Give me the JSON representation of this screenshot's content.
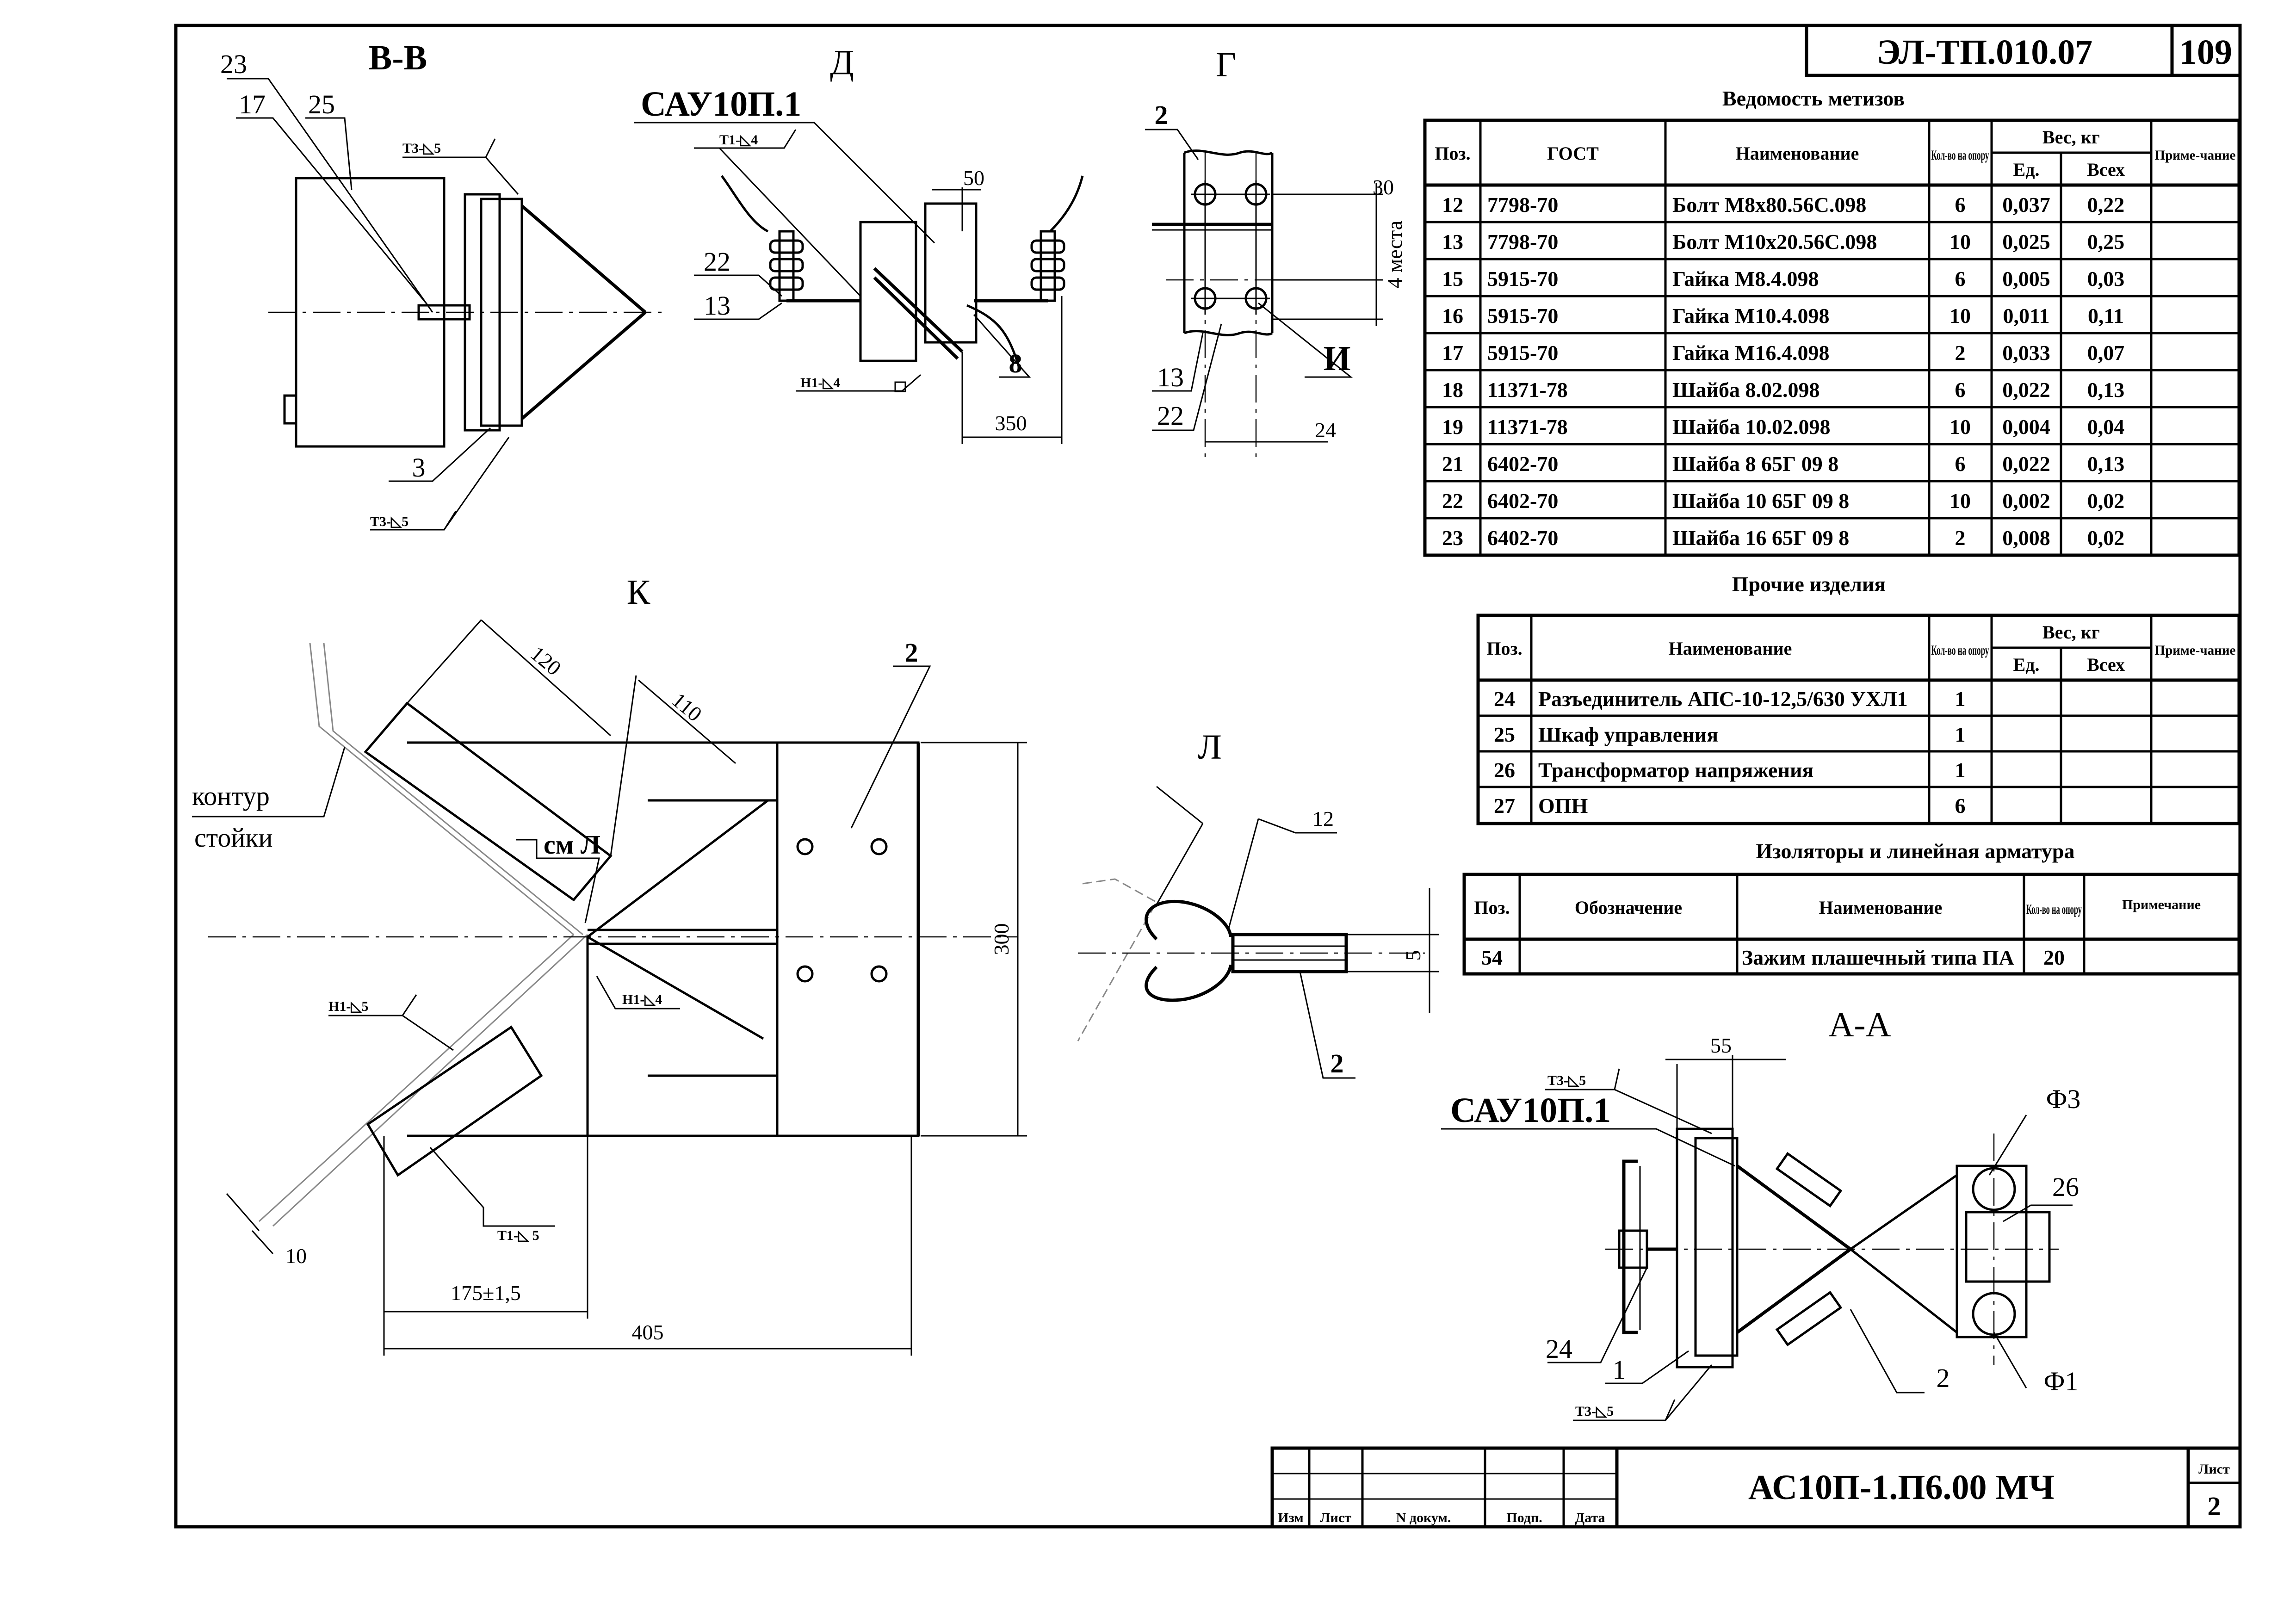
{
  "doc_code": "ЭЛ-ТП.010.07",
  "page_number": "109",
  "title_block": {
    "designation": "АС10П-1.П6.00 МЧ",
    "sheet_label": "Лист",
    "sheet_number": "2",
    "columns": [
      "Изм",
      "Лист",
      "N докум.",
      "Подп.",
      "Дата"
    ]
  },
  "views": {
    "bb": "В-В",
    "d": "Д",
    "g": "Г",
    "k": "К",
    "l": "Л",
    "aa": "А-А"
  },
  "labels": {
    "sau": "САУ10П.1",
    "sau2": "САУ10П.1",
    "contour_1": "контур",
    "contour_2": "стойки",
    "see_l": "см Л",
    "places": "4 места",
    "i": "И",
    "f3": "Ф3",
    "f1": "Ф1"
  },
  "welds": {
    "t3_5": "Т3-◺5",
    "t1_4": "Т1-◺4",
    "n1_4": "Н1-◺4",
    "n1_5": "Н1-◺5",
    "t1_5": "Т1-◺ 5"
  },
  "positions": {
    "p23": "23",
    "p17": "17",
    "p25": "25",
    "p3": "3",
    "p22": "22",
    "p13": "13",
    "p8": "8",
    "g2": "2",
    "g13": "13",
    "g22": "22",
    "k2": "2",
    "l2": "2",
    "a26": "26",
    "a24": "24",
    "a1": "1",
    "a2": "2"
  },
  "dims": {
    "d50": "50",
    "d350": "350",
    "d30": "30",
    "d24": "24",
    "d120": "120",
    "d110": "110",
    "d300": "300",
    "d10": "10",
    "d175": "175±1,5",
    "d405": "405",
    "d12": "12",
    "d5": "5",
    "d55": "55"
  },
  "fasteners": {
    "title": "Ведомость метизов",
    "headers": {
      "pos": "Поз.",
      "gost": "ГОСТ",
      "name": "Наименование",
      "qty": "Кол-во на опору",
      "weight": "Вес, кг",
      "unit": "Ед.",
      "total": "Всех",
      "note": "Приме-чание"
    },
    "rows": [
      {
        "pos": "12",
        "gost": "7798-70",
        "name": "Болт М8х80.56С.098",
        "qty": "6",
        "unit": "0,037",
        "total": "0,22"
      },
      {
        "pos": "13",
        "gost": "7798-70",
        "name": "Болт М10х20.56С.098",
        "qty": "10",
        "unit": "0,025",
        "total": "0,25"
      },
      {
        "pos": "15",
        "gost": "5915-70",
        "name": "Гайка М8.4.098",
        "qty": "6",
        "unit": "0,005",
        "total": "0,03"
      },
      {
        "pos": "16",
        "gost": "5915-70",
        "name": "Гайка М10.4.098",
        "qty": "10",
        "unit": "0,011",
        "total": "0,11"
      },
      {
        "pos": "17",
        "gost": "5915-70",
        "name": "Гайка М16.4.098",
        "qty": "2",
        "unit": "0,033",
        "total": "0,07"
      },
      {
        "pos": "18",
        "gost": "11371-78",
        "name": "Шайба 8.02.098",
        "qty": "6",
        "unit": "0,022",
        "total": "0,13"
      },
      {
        "pos": "19",
        "gost": "11371-78",
        "name": "Шайба 10.02.098",
        "qty": "10",
        "unit": "0,004",
        "total": "0,04"
      },
      {
        "pos": "21",
        "gost": "6402-70",
        "name": "Шайба 8 65Г 09 8",
        "qty": "6",
        "unit": "0,022",
        "total": "0,13"
      },
      {
        "pos": "22",
        "gost": "6402-70",
        "name": "Шайба 10 65Г 09 8",
        "qty": "10",
        "unit": "0,002",
        "total": "0,02"
      },
      {
        "pos": "23",
        "gost": "6402-70",
        "name": "Шайба 16 65Г 09 8",
        "qty": "2",
        "unit": "0,008",
        "total": "0,02"
      }
    ]
  },
  "other": {
    "title": "Прочие изделия",
    "headers": {
      "pos": "Поз.",
      "name": "Наименование",
      "qty": "Кол-во на опору",
      "weight": "Вес, кг",
      "unit": "Ед.",
      "total": "Всех",
      "note": "Приме-чание"
    },
    "rows": [
      {
        "pos": "24",
        "name": "Разъединитель АПС-10-12,5/630 УХЛ1",
        "qty": "1"
      },
      {
        "pos": "25",
        "name": "Шкаф управления",
        "qty": "1"
      },
      {
        "pos": "26",
        "name": "Трансформатор напряжения",
        "qty": "1"
      },
      {
        "pos": "27",
        "name": "ОПН",
        "qty": "6"
      }
    ]
  },
  "insulators": {
    "title": "Изоляторы и линейная арматура",
    "headers": {
      "pos": "Поз.",
      "designation": "Обозначение",
      "name": "Наименование",
      "qty": "Кол-во на опору",
      "note": "Примечание"
    },
    "rows": [
      {
        "pos": "54",
        "designation": "",
        "name": "Зажим плашечный типа ПА",
        "qty": "20"
      }
    ]
  }
}
